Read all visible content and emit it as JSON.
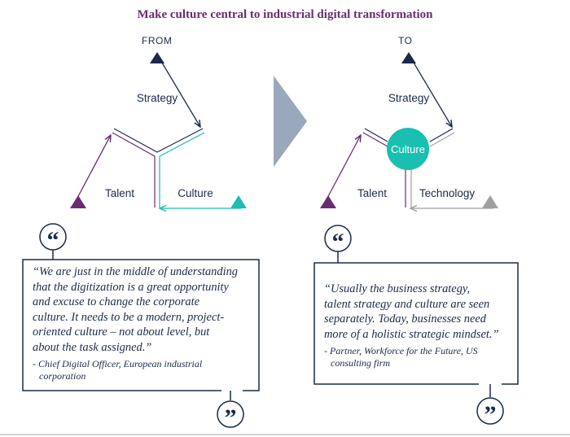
{
  "title": "Make culture central to industrial digital transformation",
  "left": {
    "header": "FROM",
    "labels": {
      "strategy": "Strategy",
      "talent": "Talent",
      "culture": "Culture"
    }
  },
  "right": {
    "header": "TO",
    "labels": {
      "strategy": "Strategy",
      "talent": "Talent",
      "technology": "Technology",
      "culture": "Culture"
    }
  },
  "quotes": [
    {
      "lines": [
        "“We are just in the middle of understanding",
        "that the digitization is a great opportunity",
        "and excuse to change the corporate",
        "culture. It needs to be a modern, project-",
        "oriented culture – not about level, but",
        "about the task assigned.”"
      ],
      "attribution": [
        "- Chief Digital Officer, European industrial",
        "corporation"
      ]
    },
    {
      "lines": [
        "“Usually the business strategy,",
        "talent strategy and culture are seen",
        "separately. Today, businesses need",
        "more of a holistic strategic mindset.”"
      ],
      "attribution": [
        "- Partner, Workforce for the Future, US",
        "consulting firm"
      ]
    }
  ],
  "colors": {
    "navy": "#1b2a4a",
    "purple": "#6a2c70",
    "teal": "#19bfb0",
    "grey": "#a0a0a0",
    "arrow": "#9aa8bb"
  }
}
